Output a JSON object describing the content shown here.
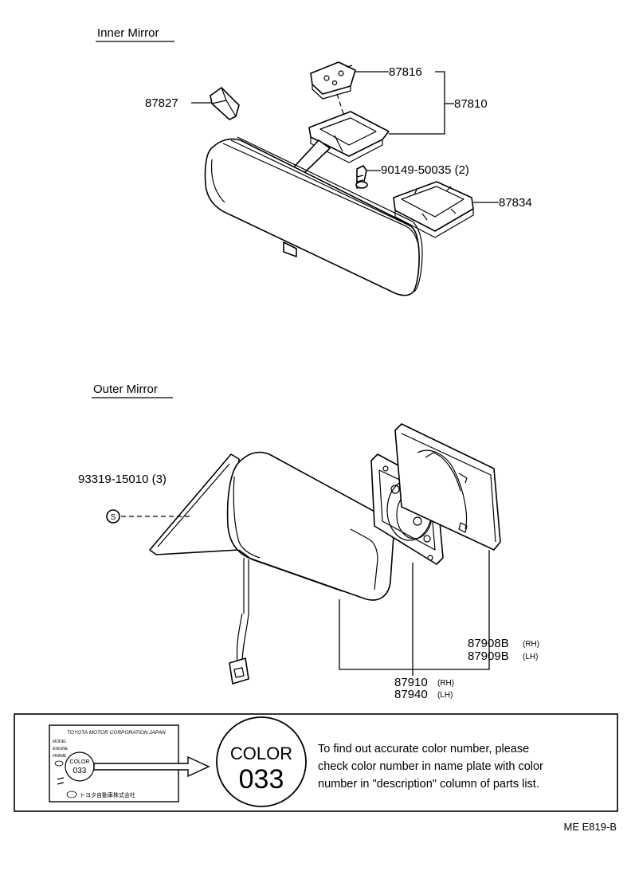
{
  "sections": {
    "inner_mirror": "Inner Mirror",
    "outer_mirror": "Outer Mirror"
  },
  "parts": {
    "p87816": "87816",
    "p87810": "87810",
    "p87827": "87827",
    "p90149": "90149-50035 (2)",
    "p87834": "87834",
    "p93319": "93319-15010 (3)",
    "p87908b": "87908B",
    "p87908b_side": "(RH)",
    "p87909b": "87909B",
    "p87909b_side": "(LH)",
    "p87910": "87910",
    "p87910_side": "(RH)",
    "p87940": "87940",
    "p87940_side": "(LH)",
    "s_mark": "S"
  },
  "note_box": {
    "plate_maker": "TOYOTA MOTOR CORPORATION JAPAN",
    "plate_rows": [
      "MODEL",
      "ENGINE",
      "FRAME"
    ],
    "plate_color_word": "COLOR",
    "plate_color_num": "033",
    "plate_footer": "トヨタ自動車株式会社",
    "badge_word": "COLOR",
    "badge_num": "033",
    "text_lines": [
      "To find out accurate color number, please",
      "check color number in name plate with color",
      "number in \"description\" column of parts list."
    ]
  },
  "figure_code": "ME  E819-B"
}
